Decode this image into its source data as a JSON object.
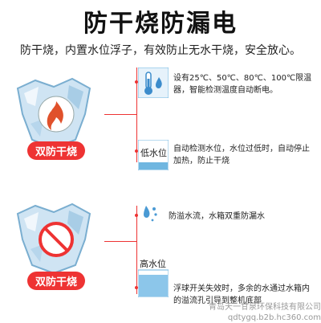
{
  "header": {
    "title": "防干烧防漏电",
    "subtitle": "防干烧，内置水位浮子，有效防止无水干烧，安全放心。"
  },
  "features": [
    {
      "label": "双防干烧",
      "items": [
        {
          "icon": "thermometer-water-icon",
          "icon_label": "",
          "text": "设有25℃、50℃、80℃、100℃限温器，智能检测温度自动断电。"
        },
        {
          "icon": "low-water-level-icon",
          "icon_label": "低水位",
          "text": "自动检测水位，水位过低时，自动停止加热，防止干烧"
        }
      ]
    },
    {
      "label": "双防干烧",
      "items": [
        {
          "icon": "water-spray-icon",
          "icon_label": "",
          "text": "防溢水流，水箱双重防漏水"
        },
        {
          "icon": "high-water-level-icon",
          "icon_label": "高水位",
          "text": "浮球开关失效时，多余的水通过水箱内的溢流孔引导到整机底部"
        }
      ]
    }
  ],
  "watermark": {
    "company": "青岛天一甘泉环保科技有限公司",
    "url": "qdtygq.b2b.hc360.com"
  },
  "colors": {
    "accent": "#e53333",
    "water": "#6fb6e0"
  }
}
